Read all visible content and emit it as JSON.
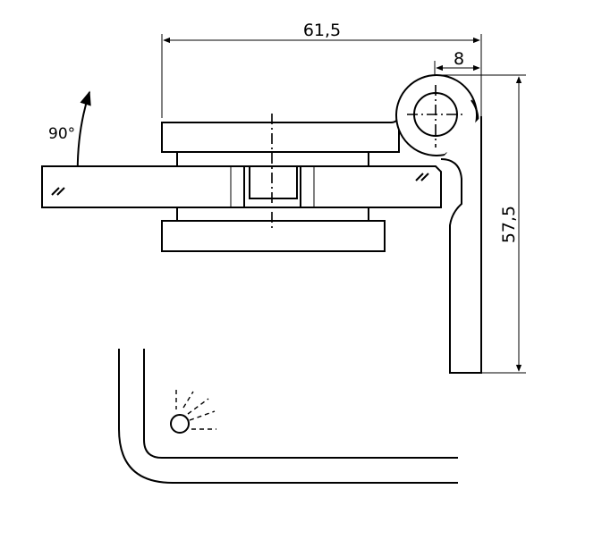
{
  "dimensions": {
    "width_label": "61,5",
    "offset_label": "8",
    "height_label": "57,5"
  },
  "rotation": {
    "label": "90°"
  },
  "icons": {
    "light": "light-source-icon",
    "rotation": "rotation-arrow-icon",
    "glass_hatch": "glass-hatch-icon"
  }
}
